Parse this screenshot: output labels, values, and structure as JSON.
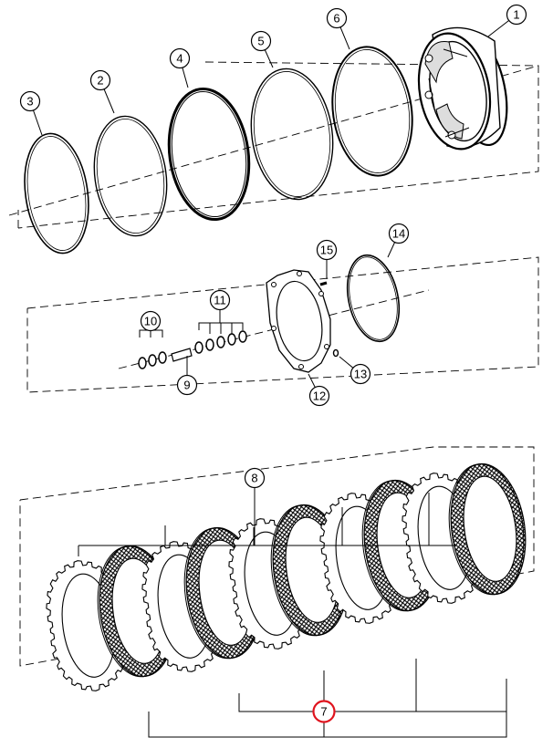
{
  "callouts": [
    {
      "id": "c1",
      "label": "1"
    },
    {
      "id": "c2",
      "label": "2"
    },
    {
      "id": "c3",
      "label": "3"
    },
    {
      "id": "c4",
      "label": "4"
    },
    {
      "id": "c5",
      "label": "5"
    },
    {
      "id": "c6",
      "label": "6"
    },
    {
      "id": "c7",
      "label": "7",
      "highlight": true
    },
    {
      "id": "c8",
      "label": "8"
    },
    {
      "id": "c9",
      "label": "9"
    },
    {
      "id": "c10",
      "label": "10"
    },
    {
      "id": "c11",
      "label": "11"
    },
    {
      "id": "c12",
      "label": "12"
    },
    {
      "id": "c13",
      "label": "13"
    },
    {
      "id": "c14",
      "label": "14"
    },
    {
      "id": "c15",
      "label": "15"
    }
  ],
  "colors": {
    "line": "#000000",
    "background": "#ffffff",
    "highlight": "#e0141e"
  }
}
